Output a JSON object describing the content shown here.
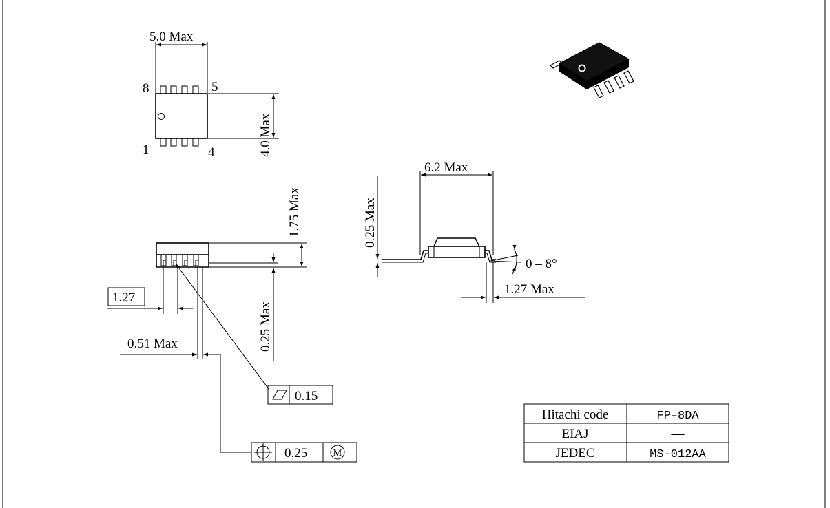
{
  "drawing": {
    "top_view": {
      "width_label": "5.0 Max",
      "height_label": "4.0 Max",
      "pin_8": "8",
      "pin_5": "5",
      "pin_1": "1",
      "pin_4": "4"
    },
    "front_view": {
      "height_label": "1.75 Max",
      "standoff_label": "0.25 Max",
      "pitch_label": "1.27",
      "lead_width_label": "0.51 Max",
      "flatness_value": "0.15",
      "position_value": "0.25",
      "modifier": "M"
    },
    "side_view": {
      "width_label": "6.2 Max",
      "lead_thickness_label": "0.25 Max",
      "angle_label": "0 – 8°",
      "foot_length_label": "1.27 Max"
    },
    "code_table": {
      "rows": [
        {
          "label": "Hitachi code",
          "value": "FP–8DA"
        },
        {
          "label": "EIAJ",
          "value": "—"
        },
        {
          "label": "JEDEC",
          "value": "MS-012AA"
        }
      ]
    }
  }
}
